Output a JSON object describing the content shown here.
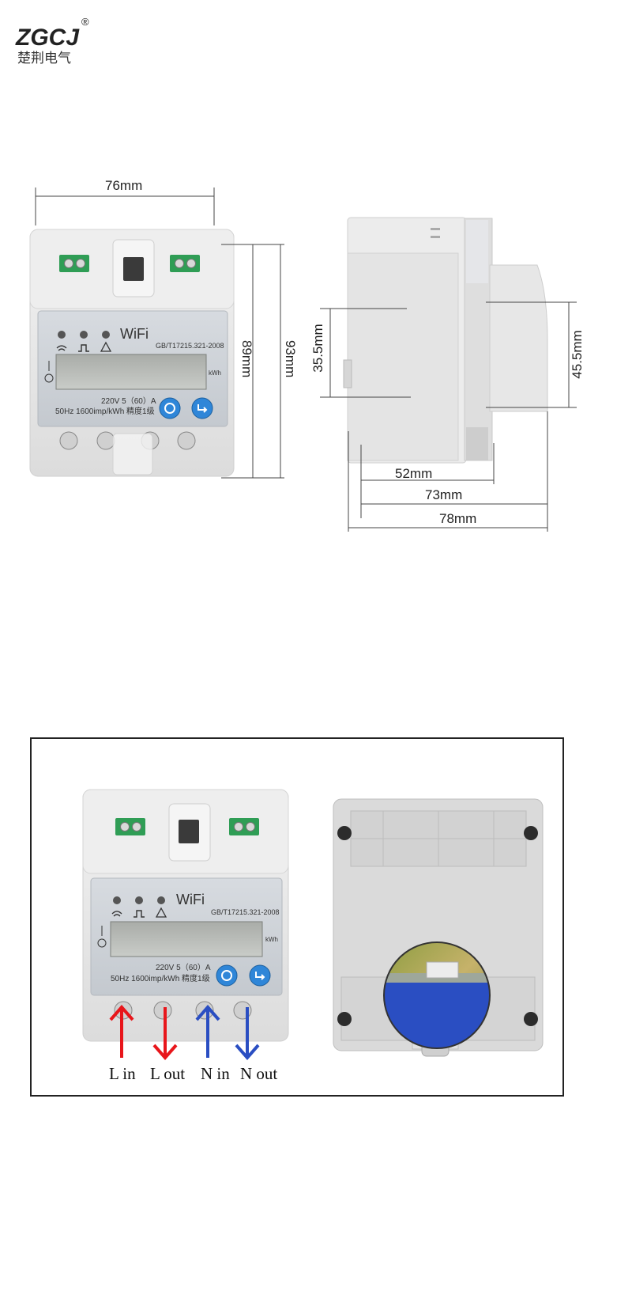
{
  "brand": {
    "logo_text": "ZGCJ",
    "registered": "®",
    "chinese": "楚荆电气"
  },
  "meter": {
    "wifi_label": "WiFi",
    "standard": "GB/T17215.321-2008",
    "unit": "kWh",
    "rating": "220V 5（60）A",
    "spec": "50Hz 1600imp/kWh 精度1级"
  },
  "dimensions": {
    "width_front": "76mm",
    "height_inner": "89mm",
    "height_outer": "93mm",
    "side_left": "35.5mm",
    "side_right": "45.5mm",
    "depth_52": "52mm",
    "depth_73": "73mm",
    "depth_78": "78mm"
  },
  "wiring": {
    "labels": [
      "L in",
      "L out",
      "N in",
      "N out"
    ],
    "colors": [
      "#e8161b",
      "#e8161b",
      "#2a4ec2",
      "#2a4ec2"
    ],
    "directions": [
      "up",
      "down",
      "up",
      "down"
    ]
  },
  "colors": {
    "accent_button": "#2f86d8",
    "housing": "#ececec"
  }
}
